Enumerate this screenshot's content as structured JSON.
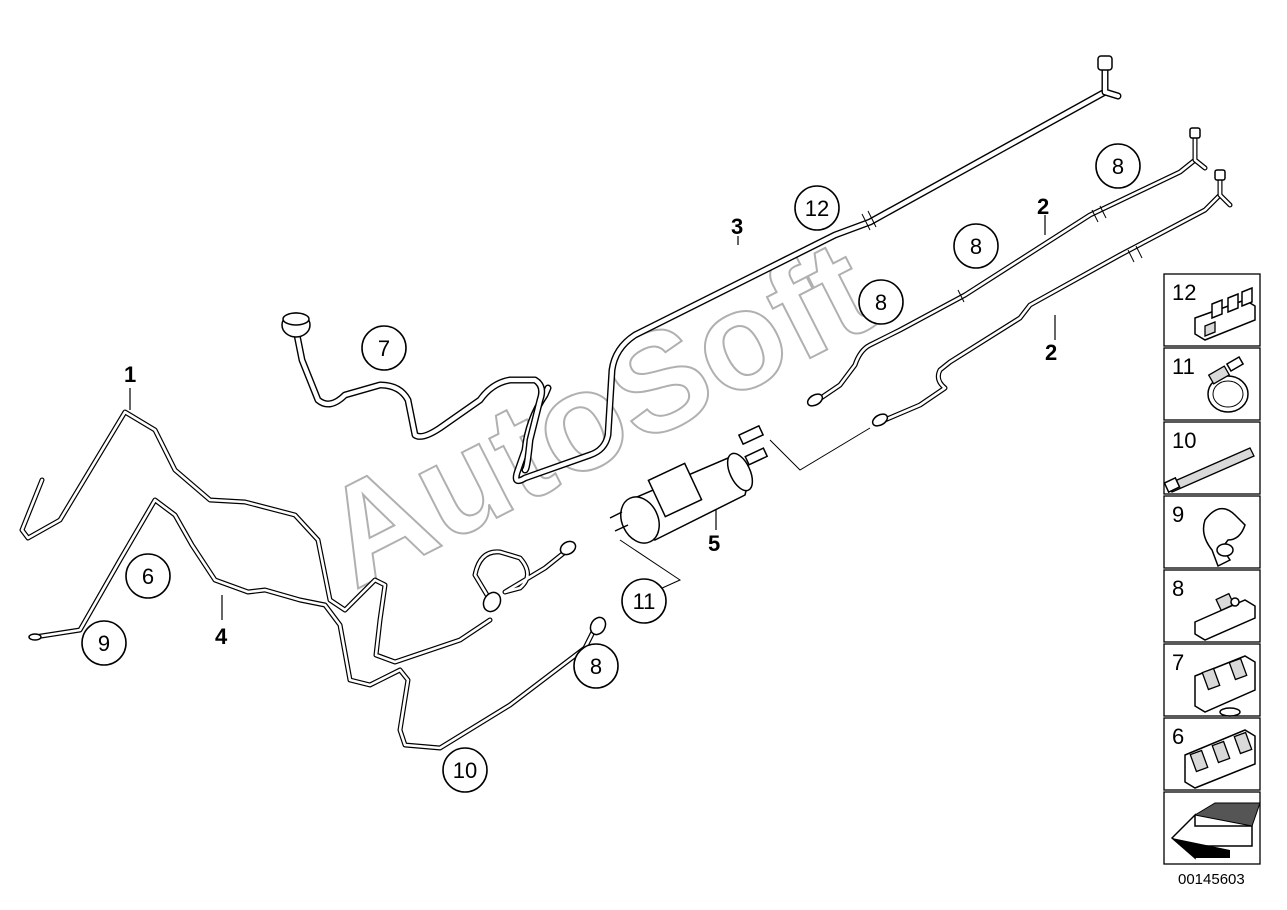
{
  "watermark": "AutoSoft",
  "diagram_number": "00145603",
  "callouts": {
    "c12_top": "12",
    "c8_upper_right": "8",
    "c8_mid": "8",
    "c8_left": "8",
    "c7": "7",
    "c6": "6",
    "c9": "9",
    "c11": "11",
    "c8_bottom": "8",
    "c10": "10"
  },
  "labels": {
    "l1": "1",
    "l2_top": "2",
    "l2_bottom": "2",
    "l3": "3",
    "l4": "4",
    "l5": "5"
  },
  "legend": [
    {
      "number": "12",
      "icon": "triple-clip-icon"
    },
    {
      "number": "11",
      "icon": "hose-clamp-icon"
    },
    {
      "number": "10",
      "icon": "cable-tie-icon"
    },
    {
      "number": "9",
      "icon": "pipe-holder-icon"
    },
    {
      "number": "8",
      "icon": "single-clip-icon"
    },
    {
      "number": "7",
      "icon": "double-clip-icon"
    },
    {
      "number": "6",
      "icon": "triple-clip-icon"
    },
    {
      "number": "",
      "icon": "arrow-left-icon"
    }
  ]
}
